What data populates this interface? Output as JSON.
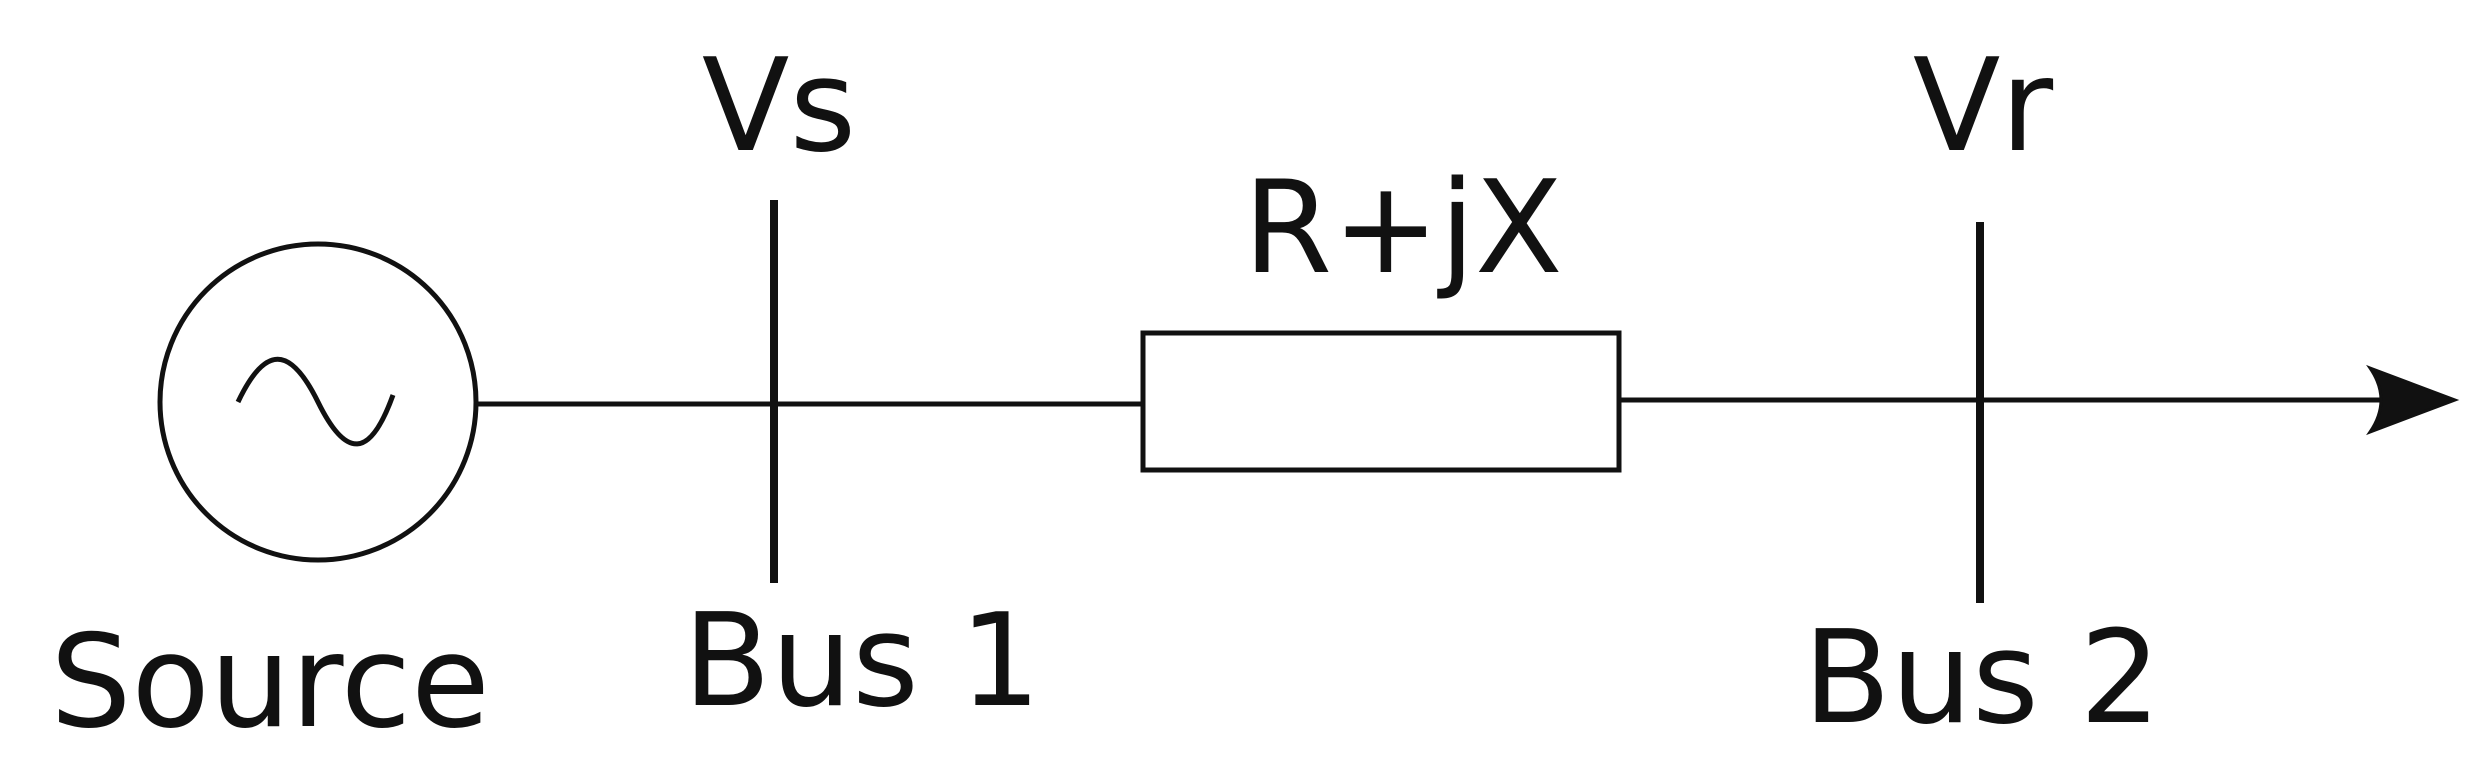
{
  "labels": {
    "source": "Source",
    "bus1": "Bus 1",
    "bus2": "Bus 2",
    "send_voltage": "Vs",
    "receive_voltage": "Vr",
    "impedance": "R+jX"
  },
  "icons": {
    "source_symbol": "ac-sine-wave-icon",
    "load_arrow": "arrow-right-icon"
  },
  "colors": {
    "line": "#111111",
    "background": "#ffffff"
  }
}
